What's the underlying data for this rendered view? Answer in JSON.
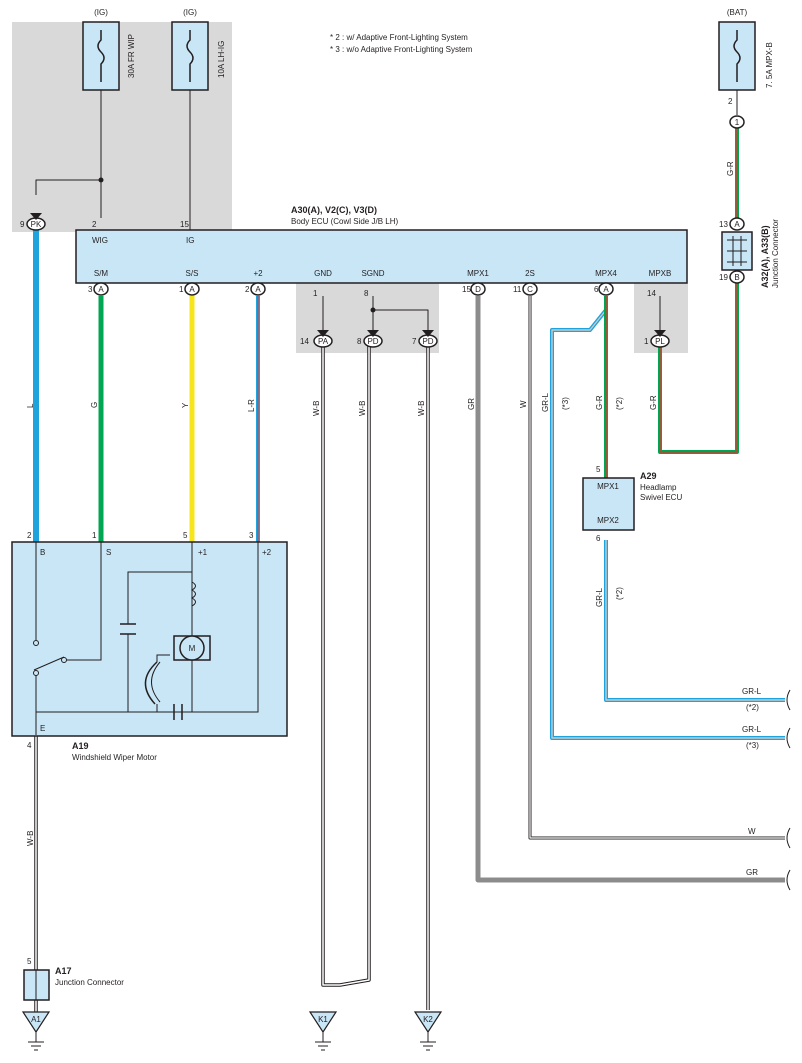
{
  "notes": [
    "* 2 : w/ Adaptive Front-Lighting System",
    "* 3 : w/o Adaptive Front-Lighting System"
  ],
  "fuses": {
    "wip": {
      "supply": "(IG)",
      "name": "30A FR WIP"
    },
    "lhig": {
      "supply": "(IG)",
      "name": "10A LH-IG"
    },
    "mpxb": {
      "supply": "(BAT)",
      "name": "7. 5A MPX-B"
    }
  },
  "body_ecu": {
    "code": "A30(A), V2(C), V3(D)",
    "name": "Body ECU (Cowl Side J/B LH)",
    "top_pins": [
      "WIG",
      "IG"
    ],
    "bottom_pins": [
      "S/M",
      "S/S",
      "+2",
      "GND",
      "SGND",
      "MPX1",
      "2S",
      "MPX4",
      "MPXB"
    ]
  },
  "jc_a32": {
    "code": "A32(A), A33(B)",
    "name": "Junction Connector"
  },
  "headlamp": {
    "code": "A29",
    "name1": "Headlamp",
    "name2": "Swivel ECU",
    "pin1": "MPX1",
    "pin2": "MPX2"
  },
  "motor": {
    "code": "A19",
    "name": "Windshield Wiper Motor",
    "pins": [
      "B",
      "S",
      "+1",
      "+2",
      "E"
    ],
    "symbol": "M"
  },
  "jc_a17": {
    "code": "A17",
    "name": "Junction Connector"
  },
  "grounds": [
    "A1",
    "K1",
    "K2"
  ],
  "pin_numbers": {
    "p9": "9",
    "p2": "2",
    "p15": "15",
    "p13": "13",
    "p19": "19",
    "p2b": "2",
    "b3": "3",
    "b1": "1",
    "b2": "2",
    "b1g": "1",
    "b8": "8",
    "b15": "15",
    "b11": "11",
    "b6": "6",
    "b14": "14",
    "j14": "14",
    "j8": "8",
    "j7": "7",
    "j1": "1",
    "h5": "5",
    "h6": "6",
    "m2": "2",
    "m1": "1",
    "m5": "5",
    "m3": "3",
    "m4": "4",
    "a5": "5"
  },
  "conn_letters": {
    "pk": "PK",
    "a": "A",
    "d": "D",
    "c": "C",
    "pa": "PA",
    "pd": "PD",
    "pl": "PL",
    "b": "B",
    "one": "1"
  },
  "wires": {
    "l": "L",
    "g": "G",
    "y": "Y",
    "lr": "L-R",
    "wb": "W-B",
    "gr": "GR",
    "w": "W",
    "grl": "GR-L",
    "grr": "G-R"
  },
  "marks": {
    "s2": "(*2)",
    "s3": "(*3)"
  },
  "colors": {
    "shade": "#d9d9da",
    "box": "#c8e6f6",
    "blue": "#1fa3dc",
    "green": "#00a651",
    "yellow": "#f7e51b",
    "red": "#e8322b",
    "gray": "#8c8c8c"
  }
}
